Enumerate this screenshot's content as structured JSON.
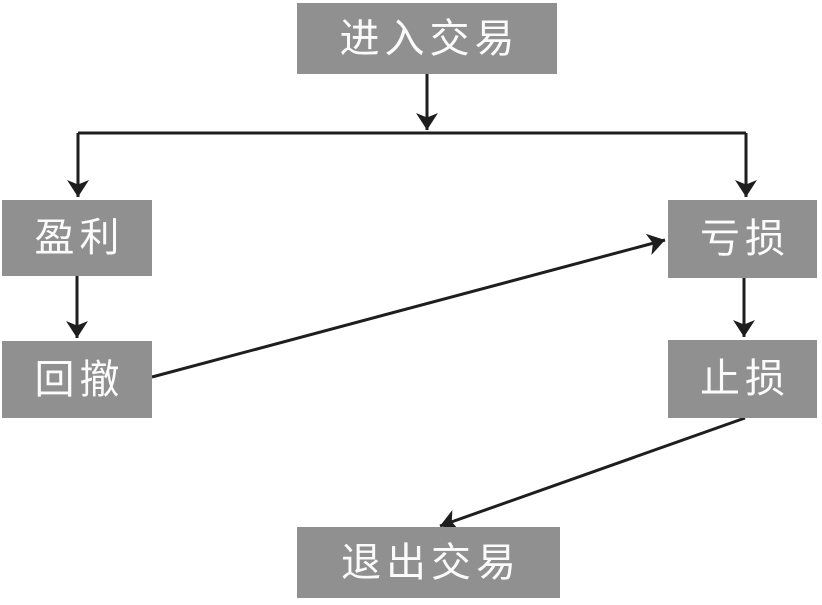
{
  "diagram": {
    "type": "flowchart",
    "language": "zh",
    "background_color": "#ffffff",
    "node_fill_color": "#909090",
    "node_text_color": "#fbfbfb",
    "arrow_color": "#1e1e1e",
    "nodes": [
      {
        "id": "enter_trade",
        "label": "进入交易"
      },
      {
        "id": "profit",
        "label": "盈利"
      },
      {
        "id": "loss",
        "label": "亏损"
      },
      {
        "id": "drawdown",
        "label": "回撤"
      },
      {
        "id": "stop_loss",
        "label": "止损"
      },
      {
        "id": "exit_trade",
        "label": "退出交易"
      }
    ],
    "edges": [
      {
        "from": "enter_trade",
        "to": "profit",
        "style": "elbow"
      },
      {
        "from": "enter_trade",
        "to": "loss",
        "style": "elbow"
      },
      {
        "from": "profit",
        "to": "drawdown",
        "style": "straight"
      },
      {
        "from": "loss",
        "to": "stop_loss",
        "style": "straight"
      },
      {
        "from": "drawdown",
        "to": "loss",
        "style": "diagonal"
      },
      {
        "from": "stop_loss",
        "to": "exit_trade",
        "style": "diagonal"
      }
    ]
  }
}
